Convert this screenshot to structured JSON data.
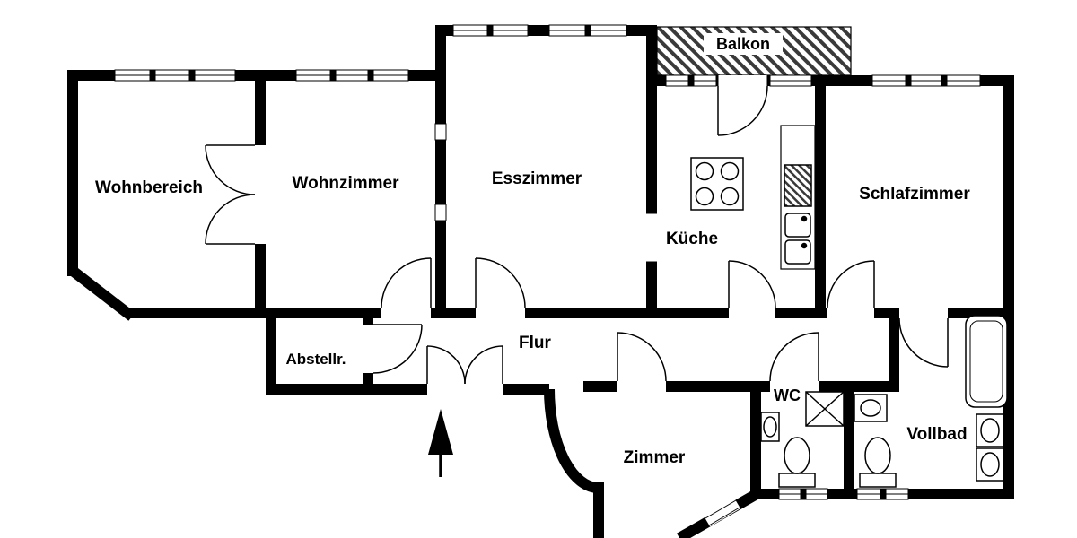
{
  "plan": {
    "type": "floor-plan",
    "rooms": {
      "wohnbereich": "Wohnbereich",
      "wohnzimmer": "Wohnzimmer",
      "esszimmer": "Esszimmer",
      "kueche": "Küche",
      "schlafzimmer": "Schlafzimmer",
      "balkon": "Balkon",
      "abstellraum": "Abstellr.",
      "flur": "Flur",
      "wc": "WC",
      "zimmer": "Zimmer",
      "vollbad": "Vollbad"
    },
    "colors": {
      "wall": "#000000",
      "background": "#ffffff",
      "hatch": "#3a3a3a"
    },
    "symbols": {
      "entrance_arrow": "up",
      "fixtures": [
        "stove",
        "kitchen-sink",
        "fridge",
        "bathtub",
        "toilet",
        "wash-basin",
        "shower-tray"
      ]
    }
  }
}
